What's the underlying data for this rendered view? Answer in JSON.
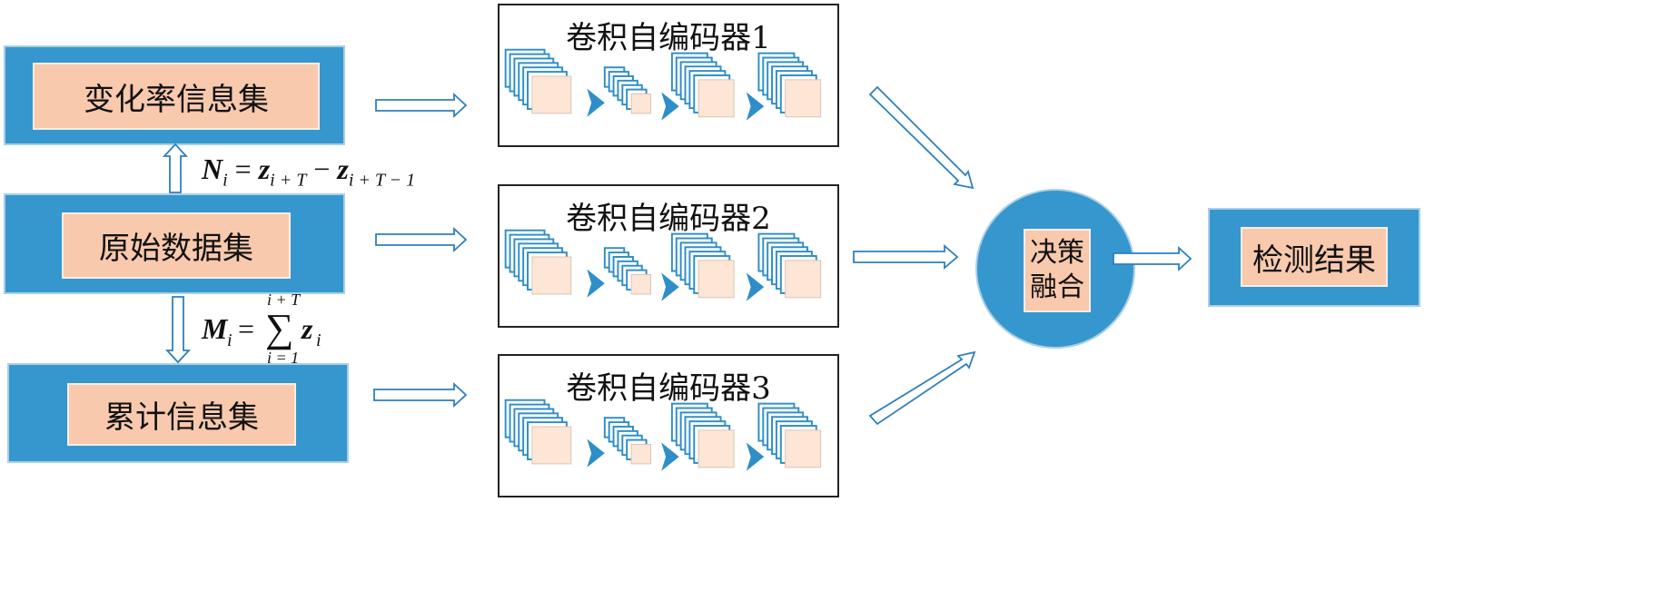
{
  "inputs": {
    "change_rate_set": "变化率信息集",
    "raw_data_set": "原始数据集",
    "cumulative_set": "累计信息集"
  },
  "formulas": {
    "n": {
      "lhs": "N",
      "lhs_sub": "i",
      "eq": "=",
      "t1": "z",
      "t1_sub": "i + T",
      "minus": "−",
      "t2": "z",
      "t2_sub": "i + T − 1"
    },
    "m": {
      "lhs": "M",
      "lhs_sub": "i",
      "eq": "=",
      "sum_upper": "i + T",
      "sum_lower": "i = 1",
      "sigma": "∑",
      "term": "z",
      "term_sub": "i"
    }
  },
  "autoencoders": [
    {
      "title": "卷积自编码器1"
    },
    {
      "title": "卷积自编码器2"
    },
    {
      "title": "卷积自编码器3"
    }
  ],
  "fusion": {
    "line1": "决策",
    "line2": "融合"
  },
  "result": {
    "label": "检测结果"
  },
  "colors": {
    "box_blue": "#3597cd",
    "box_border": "#a9cfe9",
    "label_peach": "#f8c9ad",
    "layer_face": "#fde6d6",
    "layer_edge": "#2f8ec8",
    "arrow_stroke": "#2f7fbf"
  }
}
